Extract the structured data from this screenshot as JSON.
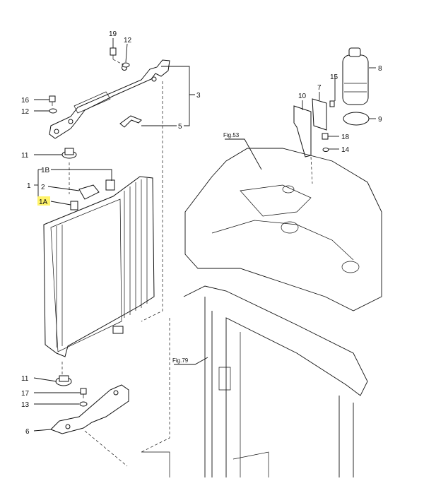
{
  "callouts": {
    "c19": "19",
    "c12a": "12",
    "c3": "3",
    "c5": "5",
    "c16": "16",
    "c12b": "12",
    "c11a": "11",
    "c1B": "1B",
    "c1": "1",
    "c2": "2",
    "c1A": "1A",
    "c8": "8",
    "c15": "15",
    "c10": "10",
    "c7": "7",
    "c9": "9",
    "c18": "18",
    "c14": "14",
    "c11b": "11",
    "c17": "17",
    "c13": "13",
    "c6": "6"
  },
  "figure_refs": {
    "f53": "Fig.53",
    "f79": "Fig.79"
  },
  "highlight_color": "#fff36a"
}
